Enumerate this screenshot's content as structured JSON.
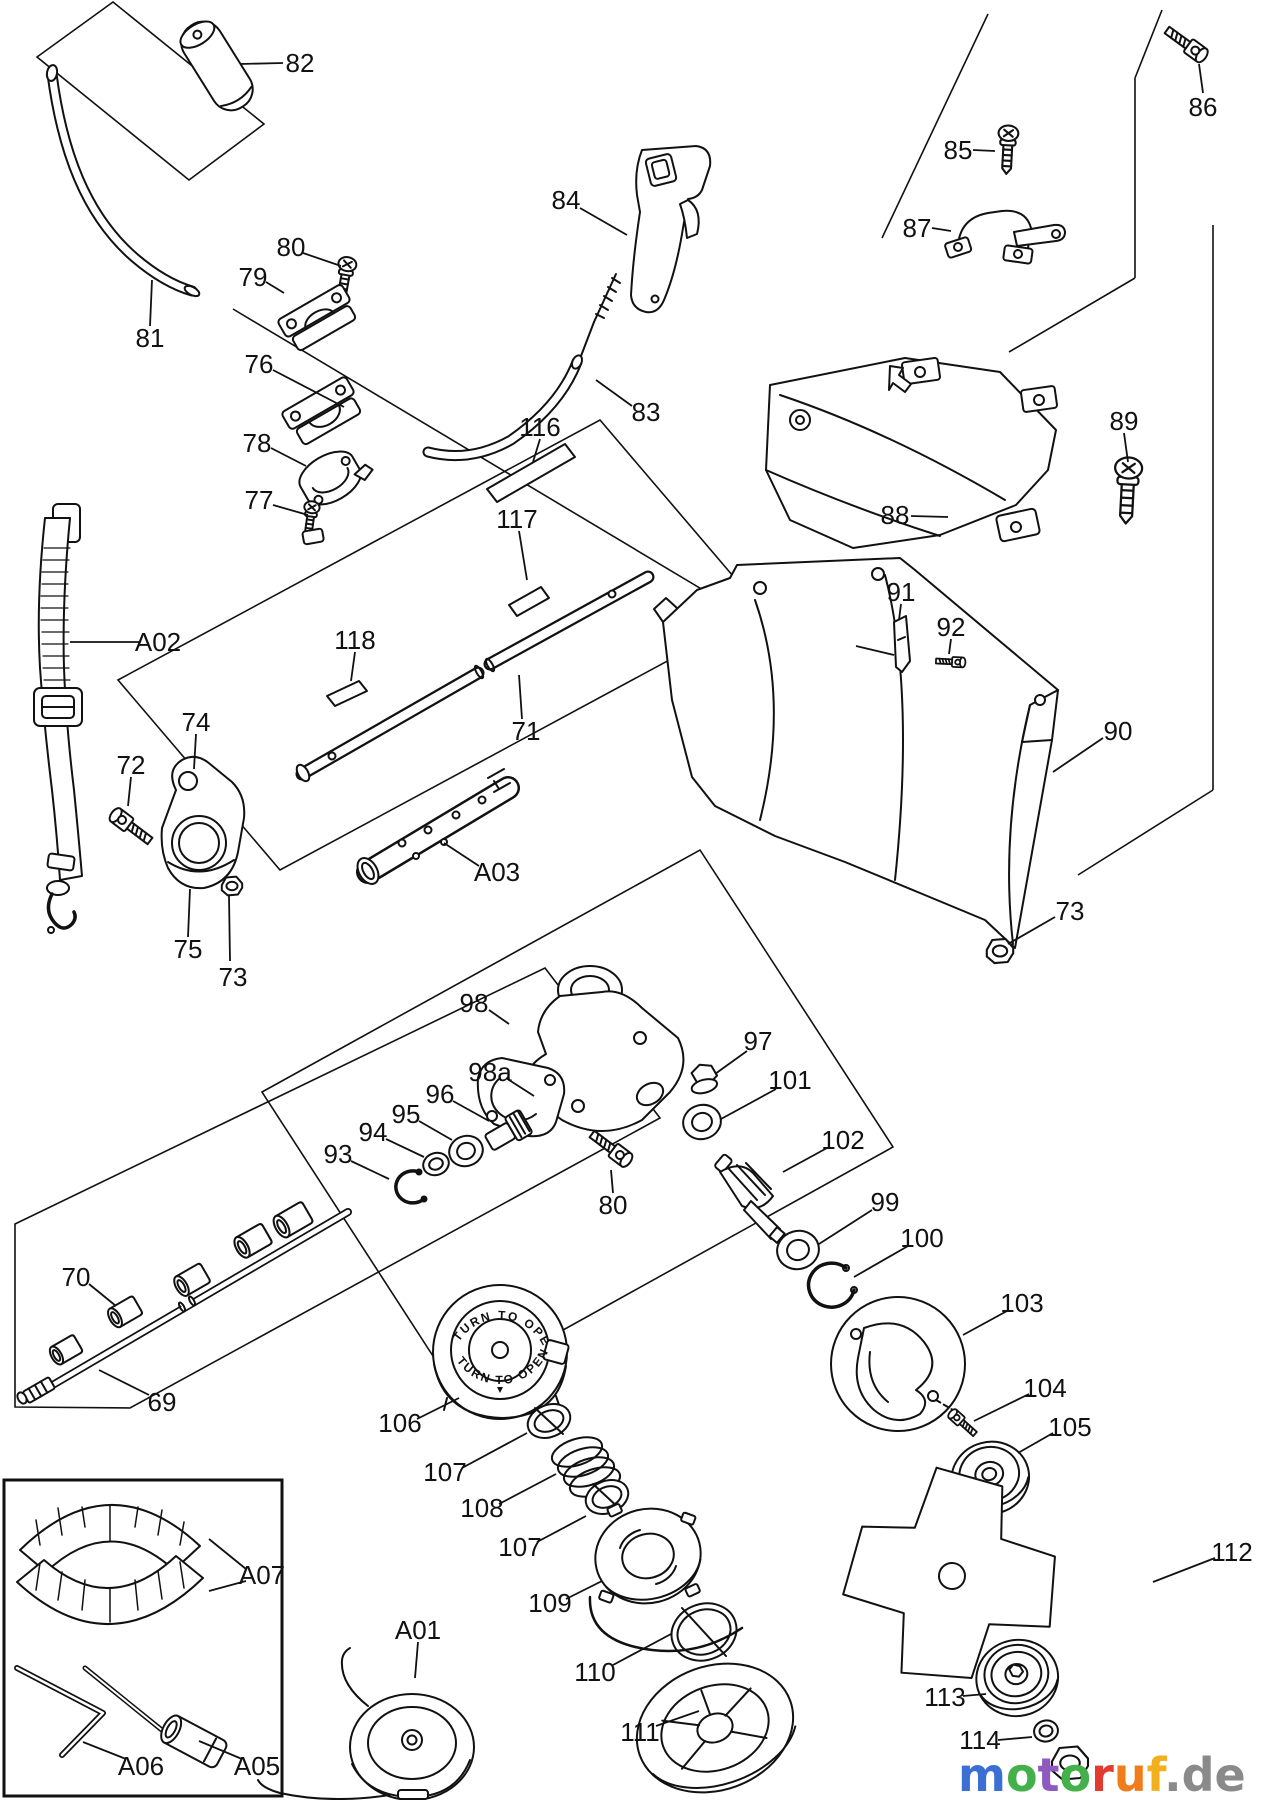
{
  "diagram": {
    "kind": "exploded-parts-diagram",
    "labels": {
      "p69": "69",
      "p70": "70",
      "p71": "71",
      "p72": "72",
      "p73a": "73",
      "p73b": "73",
      "p74": "74",
      "p75": "75",
      "p76": "76",
      "p77": "77",
      "p78": "78",
      "p79": "79",
      "p80a": "80",
      "p80b": "80",
      "p81": "81",
      "p82": "82",
      "p83": "83",
      "p84": "84",
      "p85": "85",
      "p86": "86",
      "p87": "87",
      "p88": "88",
      "p89": "89",
      "p90": "90",
      "p91": "91",
      "p92": "92",
      "p93": "93",
      "p94": "94",
      "p95": "95",
      "p96": "96",
      "p97": "97",
      "p98": "98",
      "p98a": "98a",
      "p99": "99",
      "p100": "100",
      "p101": "101",
      "p102": "102",
      "p103": "103",
      "p104": "104",
      "p105": "105",
      "p106": "106",
      "p107a": "107",
      "p107b": "107",
      "p108": "108",
      "p109": "109",
      "p110": "110",
      "p111": "111",
      "p112": "112",
      "p113": "113",
      "p114": "114",
      "p116": "116",
      "p117": "117",
      "p118": "118",
      "pA01": "A01",
      "pA02": "A02",
      "pA03": "A03",
      "pA05": "A05",
      "pA06": "A06",
      "pA07": "A07"
    },
    "head_cap_text": {
      "top": "TURN TO OPEN",
      "bottom": "TURN TO OPEN"
    },
    "watermark": {
      "letters": [
        {
          "ch": "m",
          "color": "#3b6fd4"
        },
        {
          "ch": "o",
          "color": "#43b04a"
        },
        {
          "ch": "t",
          "color": "#8e5abf"
        },
        {
          "ch": "o",
          "color": "#43b04a"
        },
        {
          "ch": "r",
          "color": "#e23a2e"
        },
        {
          "ch": "u",
          "color": "#f07d1a"
        },
        {
          "ch": "f",
          "color": "#f2b01d"
        }
      ],
      "suffix": ".de",
      "suffix_color": "#8a8a8a"
    }
  }
}
